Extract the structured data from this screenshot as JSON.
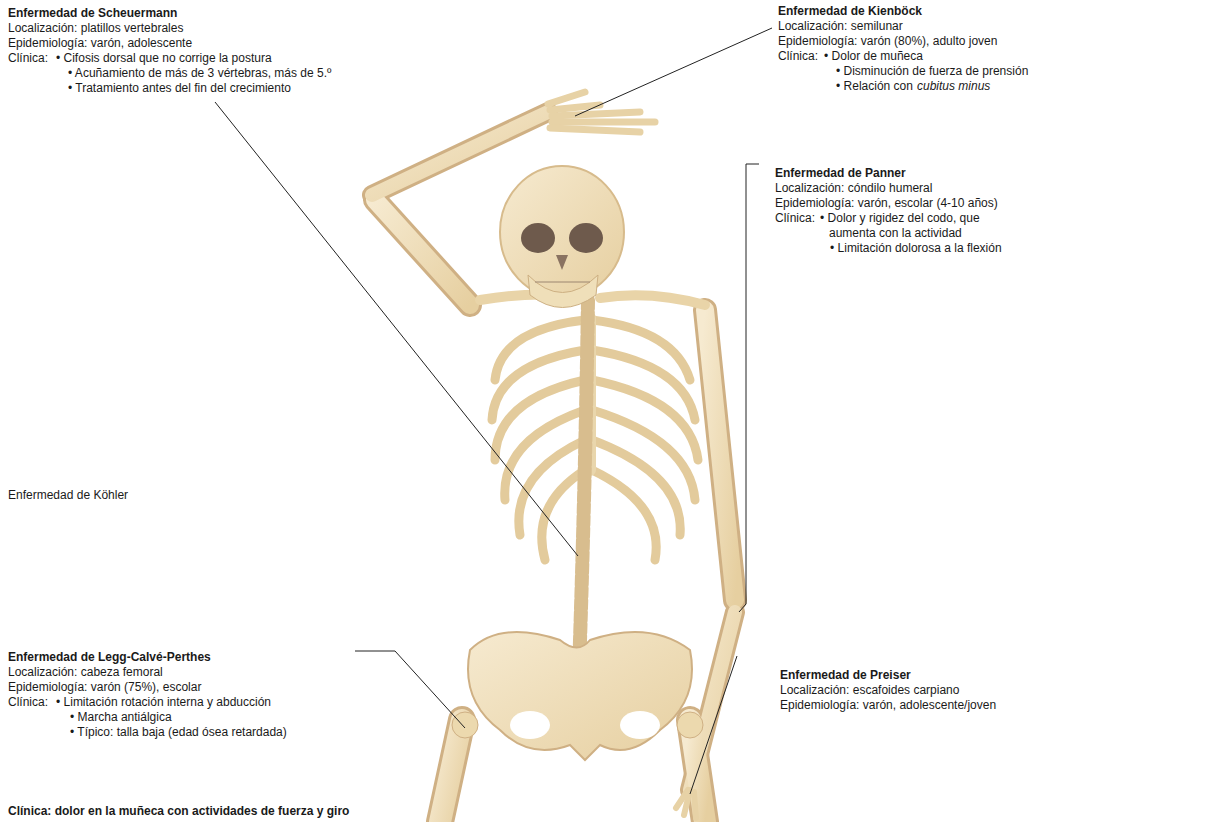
{
  "diagram": {
    "labels": [
      "Enfermedad de Scheuermann",
      "Localización: platillos vertebrales",
      "Epidemiología: varón, adolescente",
      "Clínica:",
      "• Cifosis dorsal que no corrige la postura",
      "• Acuñamiento de más de 3 vértebras, más de 5.º",
      "• Tratamiento antes del fin del crecimiento",
      "Enfermedad de Kienböck",
      "Localización: semilunar",
      "Epidemiología: varón (80%), adulto joven",
      "Clínica:",
      "• Dolor de muñeca",
      "• Disminución de fuerza de prensión",
      "• Relación con",
      "cubitus minus",
      "Enfermedad de Panner",
      "Localización: cóndilo humeral",
      "Epidemiología: varón, escolar (4-10 años)",
      "Clínica:",
      "• Dolor y rigidez del codo, que aumenta con la actividad",
      "• Limitación dolorosa a la flexión",
      "Enfermedad de Legg-Calvé-Perthes",
      "Localización: cabeza femoral",
      "Epidemiología: varón (75%), escolar",
      "Clínica:",
      "• Limitación rotación interna y abducción",
      "• Marcha antiálgica",
      "• Típico: talla baja (edad ósea retardada)",
      "Enfermedad de Preiser",
      "Localización: escafoides carpiano",
      "Epidemiología: varón, adolescente/joven",
      "Clínica: dolor en la muñeca con actividades de fuerza y giro",
      "Enfermedad de Köhler"
    ]
  }
}
